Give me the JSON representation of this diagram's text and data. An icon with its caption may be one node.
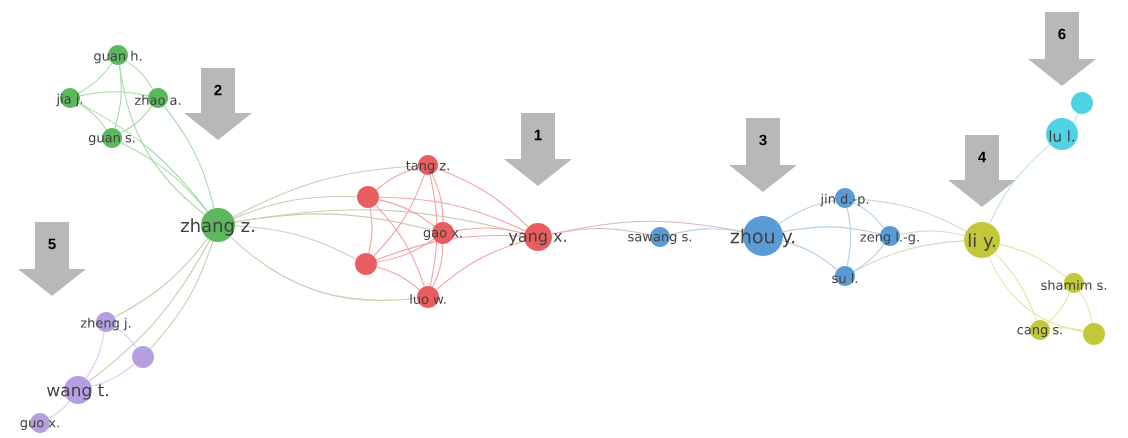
{
  "diagram": {
    "nodes": [
      {
        "text": [
          "guan h."
        ]
      },
      {
        "text": [
          "jia j."
        ]
      },
      {
        "text": [
          "zhao a."
        ]
      },
      {
        "text": [
          "guan s."
        ]
      },
      {
        "text": [
          "zhang z."
        ]
      },
      {
        "text": [],
        "shape": "circle"
      },
      {
        "text": [
          "tang z."
        ]
      },
      {
        "text": [
          "gao x."
        ]
      },
      {
        "text": [],
        "shape": "circle"
      },
      {
        "text": [
          "luo w."
        ]
      },
      {
        "text": [
          "yang x."
        ]
      },
      {
        "text": [
          "sawang s."
        ]
      },
      {
        "text": [
          "zhou y."
        ]
      },
      {
        "text": [
          "jin d.-p."
        ]
      },
      {
        "text": [
          "zeng l.-g."
        ]
      },
      {
        "text": [
          "su l."
        ]
      },
      {
        "text": [
          "li y."
        ]
      },
      {
        "text": [],
        "shape": "circle"
      },
      {
        "text": [
          "lu l."
        ]
      },
      {
        "text": [
          "shamim s."
        ]
      },
      {
        "text": [
          "cang s."
        ]
      },
      {
        "text": [],
        "shape": "circle"
      },
      {
        "text": [
          "zheng j."
        ]
      },
      {
        "text": [],
        "shape": "circle"
      },
      {
        "text": [
          "wang t."
        ]
      },
      {
        "text": [
          "guo x."
        ]
      }
    ],
    "edges": [
      {
        "from": 0,
        "to": 1,
        "arrow": "none",
        "color": "#a6dca6"
      },
      {
        "from": 0,
        "to": 2,
        "arrow": "none",
        "color": "#a6dca6"
      },
      {
        "from": 0,
        "to": 3,
        "arrow": "none",
        "color": "#a6dca6"
      },
      {
        "from": 0,
        "to": 4,
        "arrow": "none",
        "color": "#a6dca6"
      },
      {
        "from": 1,
        "to": 2,
        "arrow": "none",
        "color": "#a6dca6"
      },
      {
        "from": 1,
        "to": 3,
        "arrow": "none",
        "color": "#a6dca6"
      },
      {
        "from": 1,
        "to": 4,
        "arrow": "none",
        "color": "#a6dca6"
      },
      {
        "from": 2,
        "to": 3,
        "arrow": "none",
        "color": "#a6dca6"
      },
      {
        "from": 2,
        "to": 4,
        "arrow": "none",
        "color": "#a6dca6"
      },
      {
        "from": 3,
        "to": 4,
        "arrow": "none",
        "color": "#a6dca6"
      },
      {
        "from": 4,
        "to": 5,
        "arrow": "none",
        "color": "#c9cfb0"
      },
      {
        "from": 4,
        "to": 6,
        "arrow": "none",
        "color": "#c9cfb0"
      },
      {
        "from": 4,
        "to": 7,
        "arrow": "none",
        "color": "#c9cfb0"
      },
      {
        "from": 4,
        "to": 8,
        "arrow": "none",
        "color": "#c9cfb0"
      },
      {
        "from": 4,
        "to": 9,
        "arrow": "none",
        "color": "#c9cfb0"
      },
      {
        "from": 4,
        "to": 10,
        "arrow": "none",
        "color": "#c9cfb0"
      },
      {
        "from": 5,
        "to": 6,
        "arrow": "none"
      },
      {
        "from": 5,
        "to": 7,
        "arrow": "none"
      },
      {
        "from": 5,
        "to": 8,
        "arrow": "none"
      },
      {
        "from": 5,
        "to": 9,
        "arrow": "none"
      },
      {
        "from": 5,
        "to": 10,
        "arrow": "none"
      },
      {
        "from": 6,
        "to": 7,
        "arrow": "none"
      },
      {
        "from": 6,
        "to": 8,
        "arrow": "none"
      },
      {
        "from": 6,
        "to": 9,
        "arrow": "none"
      },
      {
        "from": 6,
        "to": 10,
        "arrow": "none"
      },
      {
        "from": 7,
        "to": 8,
        "arrow": "none"
      },
      {
        "from": 7,
        "to": 9,
        "arrow": "none"
      },
      {
        "from": 7,
        "to": 10,
        "arrow": "none"
      },
      {
        "from": 8,
        "to": 9,
        "arrow": "none"
      },
      {
        "from": 8,
        "to": 10,
        "arrow": "none"
      },
      {
        "from": 9,
        "to": 10,
        "arrow": "none"
      },
      {
        "from": 10,
        "to": 11,
        "arrow": "none",
        "color": "#d8b8c8"
      },
      {
        "from": 10,
        "to": 12,
        "arrow": "none",
        "color": "#d8b8c8"
      },
      {
        "from": 11,
        "to": 12,
        "arrow": "none",
        "color": "#b4d0ea"
      },
      {
        "from": 12,
        "to": 13,
        "arrow": "none",
        "color": "#b4d0ea"
      },
      {
        "from": 12,
        "to": 14,
        "arrow": "none",
        "color": "#b4d0ea"
      },
      {
        "from": 12,
        "to": 15,
        "arrow": "none",
        "color": "#b4d0ea"
      },
      {
        "from": 13,
        "to": 14,
        "arrow": "none",
        "color": "#b4d0ea"
      },
      {
        "from": 13,
        "to": 15,
        "arrow": "none",
        "color": "#b4d0ea"
      },
      {
        "from": 14,
        "to": 15,
        "arrow": "none",
        "color": "#b4d0ea"
      },
      {
        "from": 13,
        "to": 16,
        "arrow": "none",
        "color": "#cfdcc0"
      },
      {
        "from": 14,
        "to": 16,
        "arrow": "none",
        "color": "#cfdcc0"
      },
      {
        "from": 15,
        "to": 16,
        "arrow": "none",
        "color": "#cfdcc0"
      },
      {
        "from": 16,
        "to": 18,
        "arrow": "none",
        "color": "#bfe6dc"
      },
      {
        "from": 17,
        "to": 18,
        "arrow": "none",
        "color": "#a8e4ec"
      },
      {
        "from": 16,
        "to": 19,
        "arrow": "none",
        "color": "#e4e6a6"
      },
      {
        "from": 16,
        "to": 20,
        "arrow": "none",
        "color": "#e4e6a6"
      },
      {
        "from": 16,
        "to": 21,
        "arrow": "none",
        "color": "#e4e6a6"
      },
      {
        "from": 19,
        "to": 20,
        "arrow": "none",
        "color": "#e4e6a6"
      },
      {
        "from": 19,
        "to": 21,
        "arrow": "none",
        "color": "#e4e6a6"
      },
      {
        "from": 20,
        "to": 21,
        "arrow": "none",
        "color": "#e4e6a6"
      },
      {
        "from": 4,
        "to": 22,
        "arrow": "none",
        "color": "#c9cfb0"
      },
      {
        "from": 4,
        "to": 23,
        "arrow": "none",
        "color": "#c9cfb0"
      },
      {
        "from": 4,
        "to": 24,
        "arrow": "none",
        "color": "#c9cfb0"
      },
      {
        "from": 22,
        "to": 23,
        "arrow": "none",
        "color": "#dccdf0"
      },
      {
        "from": 22,
        "to": 24,
        "arrow": "none",
        "color": "#dccdf0"
      },
      {
        "from": 23,
        "to": 24,
        "arrow": "none",
        "color": "#dccdf0"
      },
      {
        "from": 24,
        "to": 25,
        "arrow": "none",
        "color": "#dccdf0"
      }
    ],
    "labels": [
      "6",
      "2",
      "1",
      "3",
      "4",
      "5"
    ]
  }
}
